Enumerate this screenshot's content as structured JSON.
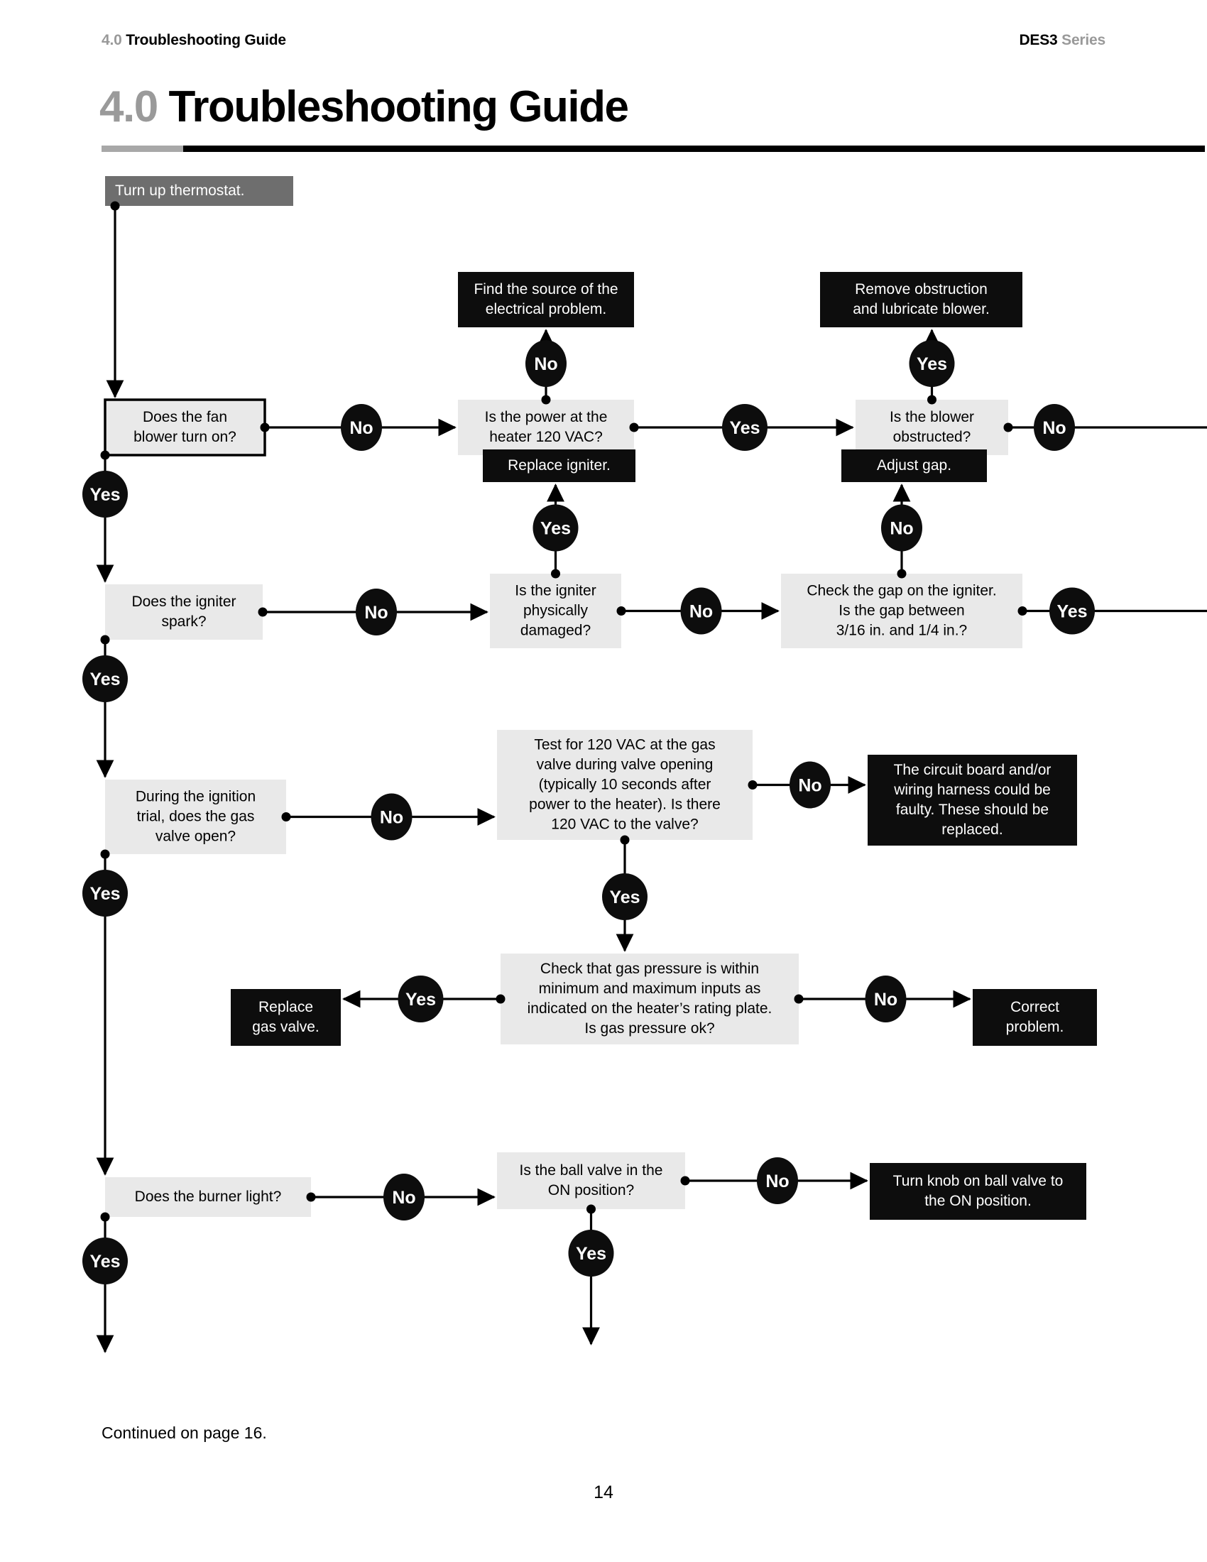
{
  "header": {
    "running_head_number": "4.0",
    "running_head_text": "Troubleshooting Guide",
    "series_brand": "DES3",
    "series_word": "Series"
  },
  "title": {
    "number": "4.0",
    "text": "Troubleshooting Guide"
  },
  "footer": {
    "continued": "Continued on page 16.",
    "page_number": "14"
  },
  "colors": {
    "action_box_bg": "#0d0d0d",
    "action_box_text": "#ffffff",
    "decision_box_bg": "#e9e9e9",
    "decision_box_text": "#000000",
    "start_box_bg": "#6e6e6e",
    "start_box_text": "#ffffff",
    "badge_bg": "#0d0d0d",
    "badge_text": "#ffffff",
    "line": "#000000",
    "rule_gray": "#a8a8a8",
    "accent_gray": "#999999"
  },
  "chart_data": {
    "type": "flowchart",
    "title": "4.0 Troubleshooting Guide",
    "nodes": [
      {
        "id": "start",
        "kind": "start",
        "lines": [
          "Turn up thermostat."
        ]
      },
      {
        "id": "fan",
        "kind": "entry",
        "lines": [
          "Does the fan",
          "blower turn on?"
        ]
      },
      {
        "id": "power",
        "kind": "decision",
        "lines": [
          "Is the power at the",
          "heater 120 VAC?"
        ]
      },
      {
        "id": "electrical",
        "kind": "action",
        "lines": [
          "Find the source of the",
          "electrical problem."
        ]
      },
      {
        "id": "blower",
        "kind": "decision",
        "lines": [
          "Is the blower",
          "obstructed?"
        ]
      },
      {
        "id": "obstruction",
        "kind": "action",
        "lines": [
          "Remove obstruction",
          "and lubricate blower."
        ]
      },
      {
        "id": "igniter",
        "kind": "decision",
        "lines": [
          "Does the igniter",
          "spark?"
        ]
      },
      {
        "id": "damaged",
        "kind": "decision",
        "lines": [
          "Is the igniter",
          "physically",
          "damaged?"
        ]
      },
      {
        "id": "replaceign",
        "kind": "action",
        "lines": [
          "Replace igniter."
        ]
      },
      {
        "id": "gap",
        "kind": "decision",
        "lines": [
          "Check the gap on the igniter.",
          "Is the gap between",
          "3/16 in. and 1/4 in.?"
        ]
      },
      {
        "id": "adjustgap",
        "kind": "action",
        "lines": [
          "Adjust gap."
        ]
      },
      {
        "id": "gasvalve",
        "kind": "decision",
        "lines": [
          "During the ignition",
          "trial, does the gas",
          "valve open?"
        ]
      },
      {
        "id": "test120",
        "kind": "decision",
        "lines": [
          "Test for 120 VAC at the gas",
          "valve during valve opening",
          "(typically 10 seconds after",
          "power to the heater).  Is there",
          "120 VAC to the valve?"
        ]
      },
      {
        "id": "circuit",
        "kind": "action",
        "lines": [
          "The circuit board and/or",
          "wiring harness could be",
          "faulty.  These should be",
          "replaced."
        ]
      },
      {
        "id": "pressure",
        "kind": "decision",
        "lines": [
          "Check that gas pressure is within",
          "minimum and maximum inputs as",
          "indicated on the heater’s rating plate.",
          "Is gas pressure ok?"
        ]
      },
      {
        "id": "replacegas",
        "kind": "action",
        "lines": [
          "Replace",
          "gas valve."
        ]
      },
      {
        "id": "correct",
        "kind": "action",
        "lines": [
          "Correct",
          "problem."
        ]
      },
      {
        "id": "burner",
        "kind": "decision",
        "lines": [
          "Does the burner light?"
        ]
      },
      {
        "id": "ballvalve",
        "kind": "decision",
        "lines": [
          "Is the ball valve in the",
          "ON position?"
        ]
      },
      {
        "id": "turnknob",
        "kind": "action",
        "lines": [
          "Turn knob on ball valve to",
          "the ON position."
        ]
      }
    ],
    "edges": [
      {
        "from": "start",
        "to": "fan",
        "label": ""
      },
      {
        "from": "fan",
        "to": "power",
        "label": "No"
      },
      {
        "from": "power",
        "to": "electrical",
        "label": "No"
      },
      {
        "from": "power",
        "to": "blower",
        "label": "Yes"
      },
      {
        "from": "blower",
        "to": "obstruction",
        "label": "Yes"
      },
      {
        "from": "blower",
        "to": "offpage",
        "label": "No"
      },
      {
        "from": "fan",
        "to": "igniter",
        "label": "Yes"
      },
      {
        "from": "igniter",
        "to": "damaged",
        "label": "No"
      },
      {
        "from": "damaged",
        "to": "replaceign",
        "label": "Yes"
      },
      {
        "from": "damaged",
        "to": "gap",
        "label": "No"
      },
      {
        "from": "gap",
        "to": "adjustgap",
        "label": "No"
      },
      {
        "from": "gap",
        "to": "offpage",
        "label": "Yes"
      },
      {
        "from": "igniter",
        "to": "gasvalve",
        "label": "Yes"
      },
      {
        "from": "gasvalve",
        "to": "test120",
        "label": "No"
      },
      {
        "from": "test120",
        "to": "circuit",
        "label": "No"
      },
      {
        "from": "test120",
        "to": "pressure",
        "label": "Yes"
      },
      {
        "from": "pressure",
        "to": "replacegas",
        "label": "Yes"
      },
      {
        "from": "pressure",
        "to": "correct",
        "label": "No"
      },
      {
        "from": "gasvalve",
        "to": "burner",
        "label": "Yes"
      },
      {
        "from": "burner",
        "to": "ballvalve",
        "label": "No"
      },
      {
        "from": "ballvalve",
        "to": "turnknob",
        "label": "No"
      },
      {
        "from": "burner",
        "to": "continued",
        "label": "Yes"
      },
      {
        "from": "ballvalve",
        "to": "continued2",
        "label": "Yes"
      }
    ],
    "badges": [
      "No",
      "Yes",
      "No",
      "Yes",
      "No",
      "Yes",
      "No",
      "No",
      "Yes",
      "No",
      "Yes",
      "No",
      "No",
      "Yes",
      "Yes",
      "No",
      "No",
      "No",
      "Yes",
      "Yes",
      "Yes",
      "Yes"
    ]
  }
}
